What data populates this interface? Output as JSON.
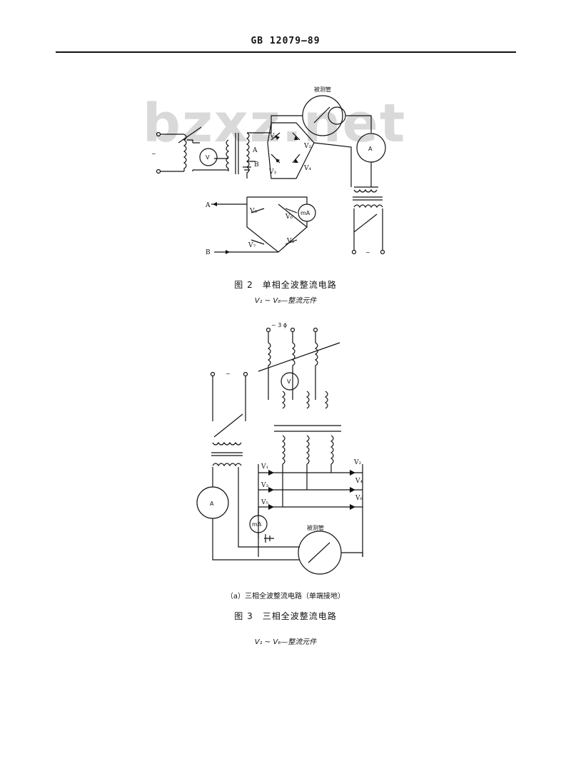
{
  "header": {
    "standard_code": "GB 12079—89"
  },
  "watermark": {
    "text": "bzxz.net"
  },
  "figure2": {
    "tube_label": "被测管",
    "ac_symbol": "~",
    "voltmeter": "V",
    "ammeter": "A",
    "milliammeter": "mA",
    "node_a": "A",
    "node_b": "B",
    "diodes": [
      "V₁",
      "V₂",
      "V₃",
      "V₄",
      "V₅",
      "V₆",
      "V₇",
      "V₈"
    ],
    "caption": "图 2　单相全波整流电路",
    "caption_sub": "V₁ ~ V₈—整流元件"
  },
  "figure3": {
    "supply_label": "~ 3 ϕ",
    "ac_symbol": "~",
    "voltmeter": "V",
    "ammeter": "A",
    "milliammeter": "mA",
    "tube_label": "被测管",
    "diodes": [
      "V₁",
      "V₂",
      "V₃",
      "V₄",
      "V₅",
      "V₆"
    ],
    "subcaption": "（a）三相全波整流电路（单端接地）",
    "caption": "图 3　三相全波整流电路",
    "caption_sub": "V₁ ~ V₆—整流元件"
  }
}
